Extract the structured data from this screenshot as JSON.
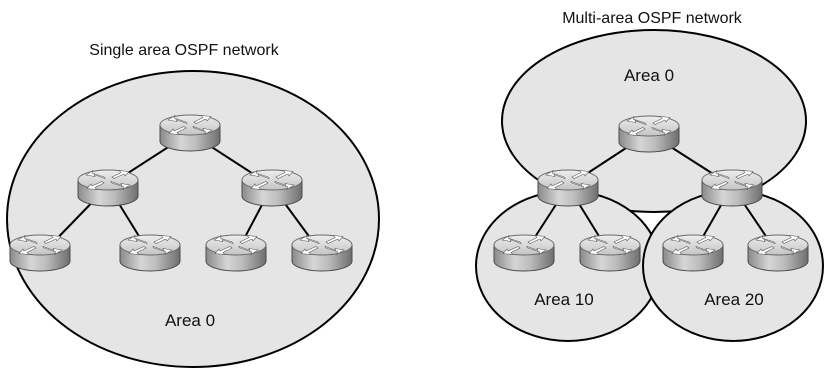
{
  "single_area": {
    "title": "Single area OSPF network",
    "area_label": "Area 0"
  },
  "multi_area": {
    "title": "Multi-area OSPF network",
    "backbone_label": "Area 0",
    "left_area_label": "Area 10",
    "right_area_label": "Area 20"
  },
  "colors": {
    "region_fill": "#e5e5e5",
    "region_stroke": "#000000",
    "link": "#000000",
    "router_body_light": "#d9d9d9",
    "router_body_dark": "#7d7d7d"
  },
  "icons": {
    "router": "router-icon"
  }
}
